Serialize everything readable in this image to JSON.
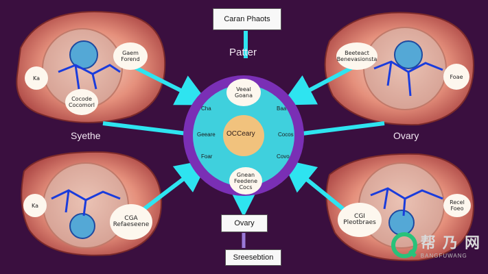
{
  "top_box": "Caran Phaots",
  "center_title": "Patter",
  "left_label": "Syethe",
  "right_label": "Ovary",
  "center": {
    "core": "OCCeary",
    "top_text": "Veeal\nGoana",
    "bottom_text": "Gnean\nFeedene\nCocs",
    "left_top": "Cha",
    "left_mid": "Geeare",
    "left_bot": "Foar",
    "right_top": "Baa",
    "right_mid": "Cocos",
    "right_bot": "Covo"
  },
  "tl_cell": {
    "bubble1": "Gaem\nForend",
    "bubble2": "Cocode\nCocomorl",
    "side": "Ka"
  },
  "tr_cell": {
    "bubble1": "Beeteact\nBenevasionsta",
    "side": "Foae"
  },
  "bl_cell": {
    "bubble1": "CGA\nRefaeseene",
    "side": "Ka"
  },
  "br_cell": {
    "bubble1": "CGI\nPleotbraes",
    "side": "Recel\nFoeo"
  },
  "bottom_box1": "Ovary",
  "bottom_box2": "Sreesebtion",
  "watermark": {
    "main": "帮 乃 网",
    "sub": "BANGFUWANG"
  },
  "colors": {
    "background": "#3a0f3f",
    "ring": "#7a2fb5",
    "arrow": "#2ee4f0",
    "cell": "#b94a4a"
  }
}
